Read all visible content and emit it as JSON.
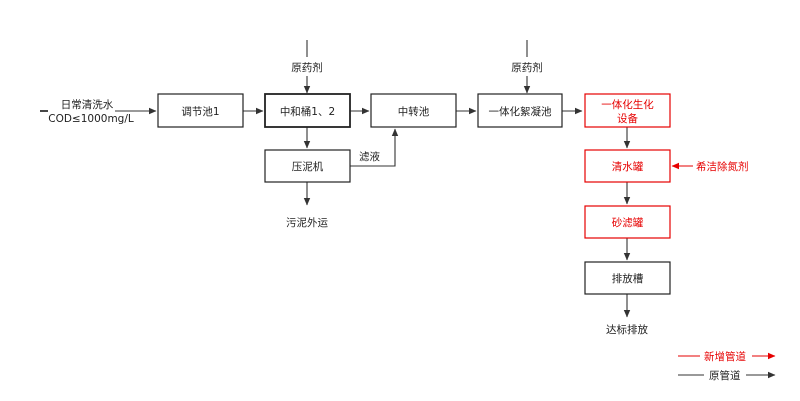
{
  "inputs": {
    "daily_wash_water_line1": "日常清洗水",
    "daily_wash_water_line2": "COD≤1000mg/L",
    "chemical_1": "原药剂",
    "chemical_2": "原药剂",
    "filtrate": "滤液",
    "denitrification_agent": "希洁除氮剂"
  },
  "nodes": {
    "regulating_tank": "调节池1",
    "neutralization_tank": "中和桶1、2",
    "transfer_tank": "中转池",
    "flocculation_tank": "一体化絮凝池",
    "bio_equipment_line1": "一体化生化",
    "bio_equipment_line2": "设备",
    "clear_water_tank": "清水罐",
    "sand_filter_tank": "砂滤罐",
    "discharge_trough": "排放槽",
    "filter_press": "压泥机"
  },
  "outputs": {
    "sludge_out": "污泥外运",
    "compliant_discharge": "达标排放"
  },
  "legend": {
    "new_pipe": "新增管道",
    "old_pipe": "原管道"
  },
  "colors": {
    "original": "#222222",
    "new": "#e60000"
  }
}
